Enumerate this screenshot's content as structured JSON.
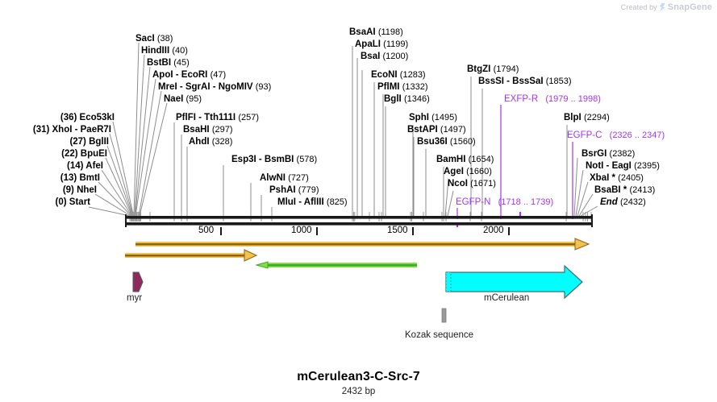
{
  "watermark": {
    "prefix": "Created by",
    "brand": "SnapGene"
  },
  "plasmid": {
    "name": "mCerulean3-C-Src-7",
    "size": "2432 bp",
    "length_bp": 2432
  },
  "ruler": {
    "ticks": [
      "500",
      "1000",
      "1500",
      "2000"
    ],
    "tick_values": [
      500,
      1000,
      1500,
      2000
    ]
  },
  "sites_left": [
    {
      "name": "(0)   Start",
      "pos": "",
      "italic": true,
      "bp": 0
    },
    {
      "name": "(9)   NheI",
      "pos": "",
      "bp": 9
    },
    {
      "name": "(13)   BmtI",
      "pos": "",
      "bp": 13
    },
    {
      "name": "(14)   AfeI",
      "pos": "",
      "bp": 14
    },
    {
      "name": "(22)   BpuEI",
      "pos": "",
      "bp": 22
    },
    {
      "name": "(27)   BglII",
      "pos": "",
      "bp": 27
    },
    {
      "name": "(31)   XhoI  -  PaeR7I",
      "pos": "",
      "bp": 31
    },
    {
      "name": "(36)   Eco53kI",
      "pos": "",
      "bp": 36
    }
  ],
  "sites_right": [
    {
      "name": "SacI",
      "pos": "(38)",
      "bp": 38
    },
    {
      "name": "HindIII",
      "pos": "(40)",
      "bp": 40
    },
    {
      "name": "BstBI",
      "pos": "(45)",
      "bp": 45
    },
    {
      "name": "ApoI  -  EcoRI",
      "pos": "(47)",
      "bp": 47
    },
    {
      "name": "MreI  -  SgrAI  -  NgoMIV",
      "pos": "(93)",
      "bp": 93
    },
    {
      "name": "NaeI",
      "pos": "(95)",
      "bp": 95
    },
    {
      "name": "PflFI  -  Tth111I",
      "pos": "(257)",
      "bp": 257
    },
    {
      "name": "BsaHI",
      "pos": "(297)",
      "bp": 297
    },
    {
      "name": "AhdI",
      "pos": "(328)",
      "bp": 328
    },
    {
      "name": "Esp3I  -  BsmBI",
      "pos": "(578)",
      "bp": 578
    },
    {
      "name": "AlwNI",
      "pos": "(727)",
      "bp": 727
    },
    {
      "name": "PshAI",
      "pos": "(779)",
      "bp": 779
    },
    {
      "name": "MluI  -  AflIII",
      "pos": "(825)",
      "bp": 825
    },
    {
      "name": "BsaAI",
      "pos": "(1198)",
      "bp": 1198
    },
    {
      "name": "ApaLI",
      "pos": "(1199)",
      "bp": 1199
    },
    {
      "name": "BsaI",
      "pos": "(1200)",
      "bp": 1200
    },
    {
      "name": "EcoNI",
      "pos": "(1283)",
      "bp": 1283
    },
    {
      "name": "PflMI",
      "pos": "(1332)",
      "bp": 1332
    },
    {
      "name": "BglI",
      "pos": "(1346)",
      "bp": 1346
    },
    {
      "name": "SphI",
      "pos": "(1495)",
      "bp": 1495
    },
    {
      "name": "BstAPI",
      "pos": "(1497)",
      "bp": 1497
    },
    {
      "name": "Bsu36I",
      "pos": "(1560)",
      "bp": 1560
    },
    {
      "name": "BamHI",
      "pos": "(1654)",
      "bp": 1654
    },
    {
      "name": "AgeI",
      "pos": "(1660)",
      "bp": 1660
    },
    {
      "name": "NcoI",
      "pos": "(1671)",
      "bp": 1671
    },
    {
      "name": "BtgZI",
      "pos": "(1794)",
      "bp": 1794
    },
    {
      "name": "BssSI  -  BssSaI",
      "pos": "(1853)",
      "bp": 1853
    },
    {
      "name": "BlpI",
      "pos": "(2294)",
      "bp": 2294
    },
    {
      "name": "BsrGI",
      "pos": "(2382)",
      "bp": 2382
    },
    {
      "name": "NotI  -  EagI",
      "pos": "(2395)",
      "bp": 2395
    },
    {
      "name": "XbaI *",
      "pos": "(2405)",
      "bp": 2405
    },
    {
      "name": "BsaBI *",
      "pos": "(2413)",
      "bp": 2413
    },
    {
      "name": "End",
      "pos": "(2432)",
      "bp": 2432,
      "italic": true
    }
  ],
  "primer_labels": [
    {
      "name": "EXFP-R",
      "pos": "(1979 .. 1998)",
      "color": "#a335e8"
    },
    {
      "name": "EGFP-C",
      "pos": "(2326 .. 2347)",
      "color": "#a335e8"
    },
    {
      "name": "EGFP-N",
      "pos": "(1718 .. 1739)",
      "color": "#a335e8"
    }
  ],
  "features": [
    {
      "label": "myr",
      "color": "#8e2a5d"
    },
    {
      "label": "mCerulean",
      "color": "#00ffff"
    },
    {
      "label": "Kozak sequence",
      "color": "#9a9a9a"
    }
  ],
  "colors": {
    "backbone": "#1a1a1a",
    "orange_arrow": "#8a6314",
    "orange_arrow_light": "#f2c14e",
    "green_arrow": "#3ea824",
    "green_arrow_light": "#7fe04a",
    "mcerulean": "#00ffff",
    "myr": "#8e2a5d",
    "kozak": "#9a9a9a",
    "primer": "#a335e8",
    "leader": "#8d8d8d"
  }
}
